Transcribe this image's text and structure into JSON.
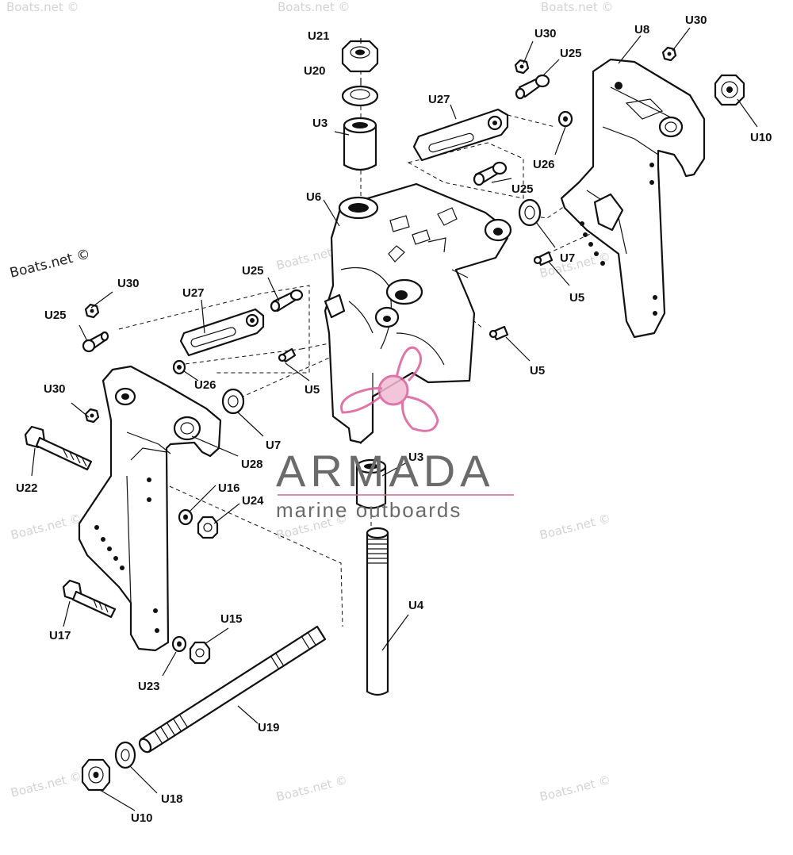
{
  "watermark": "Boats.net ©",
  "brand": {
    "name": "ARMADA",
    "tagline": "marine outboards",
    "accent_color": "#d9609a",
    "text_color": "#6b6b6b"
  },
  "labels": {
    "u21": "U21",
    "u20": "U20",
    "u3_top": "U3",
    "u6": "U6",
    "u27_top": "U27",
    "u30_top": "U30",
    "u25_top": "U25",
    "u8": "U8",
    "u30_top_right": "U30",
    "u10_right": "U10",
    "u26_top": "U26",
    "u25_mid": "U25",
    "u7_right": "U7",
    "u5_right_top": "U5",
    "u5_right": "U5",
    "u30_left": "U30",
    "u25_left": "U25",
    "u27_left": "U27",
    "u25_left_mid": "U25",
    "u26_left": "U26",
    "u5_left": "U5",
    "u30_left_low": "U30",
    "u7_left": "U7",
    "u28": "U28",
    "u22": "U22",
    "u16": "U16",
    "u24": "U24",
    "u3_bottom": "U3",
    "u4": "U4",
    "u17": "U17",
    "u15": "U15",
    "u23": "U23",
    "u19": "U19",
    "u18": "U18",
    "u10_bottom": "U10"
  }
}
